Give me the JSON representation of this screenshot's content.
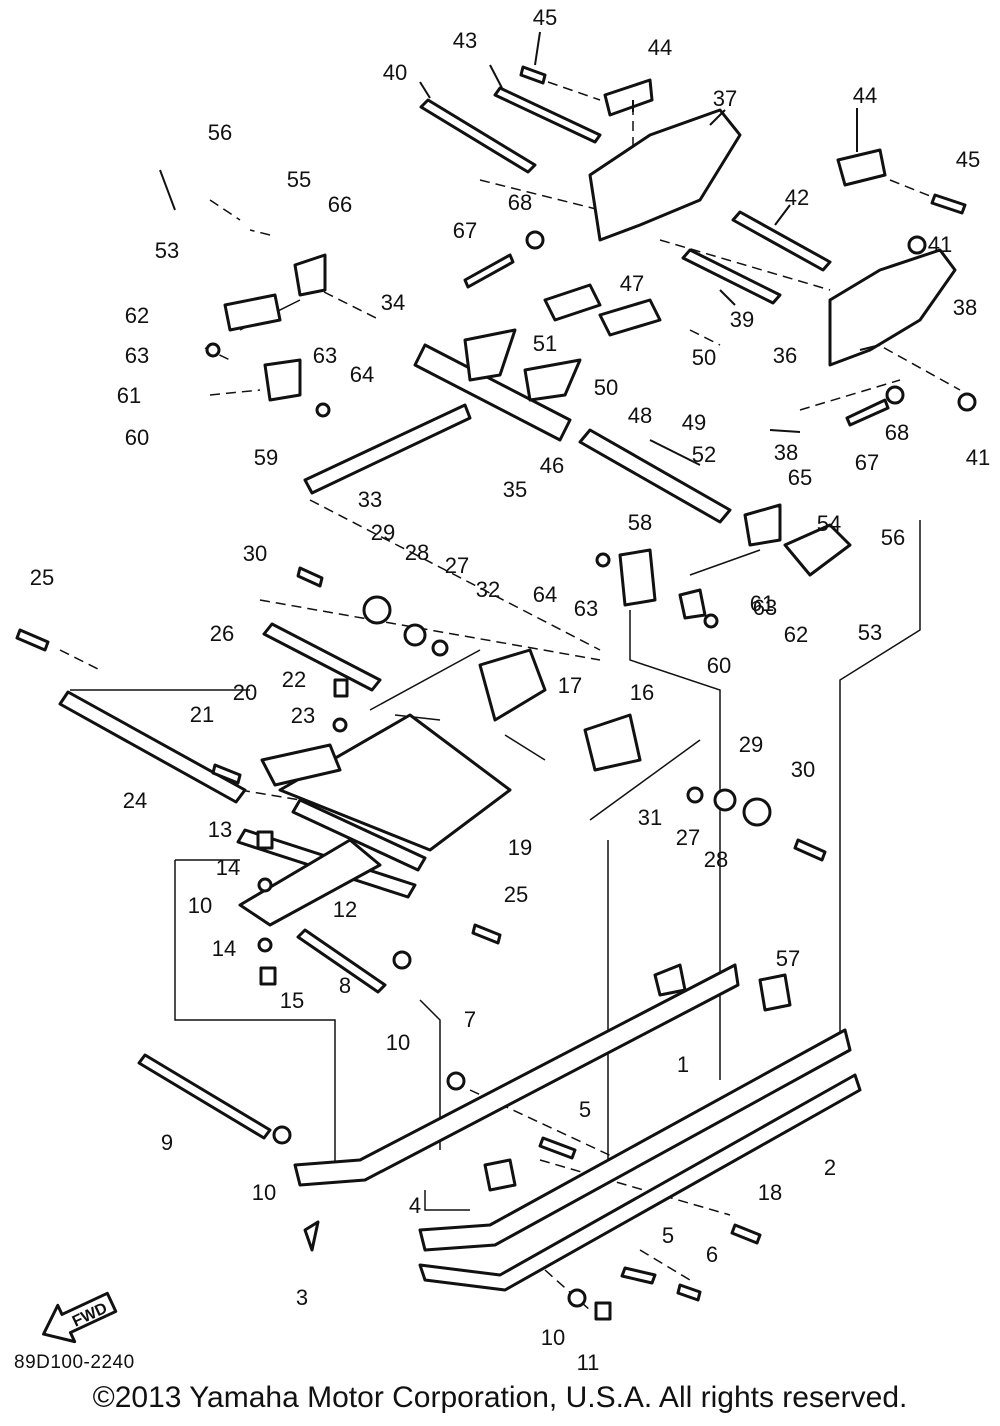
{
  "diagram": {
    "callouts": [
      "1",
      "2",
      "3",
      "4",
      "5",
      "5",
      "6",
      "7",
      "8",
      "9",
      "10",
      "10",
      "10",
      "10",
      "11",
      "12",
      "13",
      "14",
      "14",
      "15",
      "16",
      "17",
      "18",
      "19",
      "20",
      "21",
      "22",
      "23",
      "24",
      "25",
      "25",
      "26",
      "27",
      "27",
      "28",
      "28",
      "29",
      "29",
      "30",
      "30",
      "31",
      "32",
      "33",
      "34",
      "35",
      "36",
      "37",
      "38",
      "38",
      "39",
      "40",
      "41",
      "41",
      "42",
      "43",
      "44",
      "44",
      "45",
      "45",
      "46",
      "47",
      "48",
      "49",
      "50",
      "50",
      "51",
      "52",
      "53",
      "53",
      "54",
      "55",
      "56",
      "56",
      "57",
      "58",
      "59",
      "60",
      "60",
      "61",
      "61",
      "62",
      "62",
      "63",
      "63",
      "63",
      "63",
      "64",
      "64",
      "65",
      "66",
      "67",
      "67",
      "68",
      "68"
    ],
    "fwd_label": "FWD",
    "code": "89D100-2240"
  },
  "footer": {
    "copyright": "©2013 Yamaha Motor Corporation, U.S.A. All rights reserved."
  }
}
